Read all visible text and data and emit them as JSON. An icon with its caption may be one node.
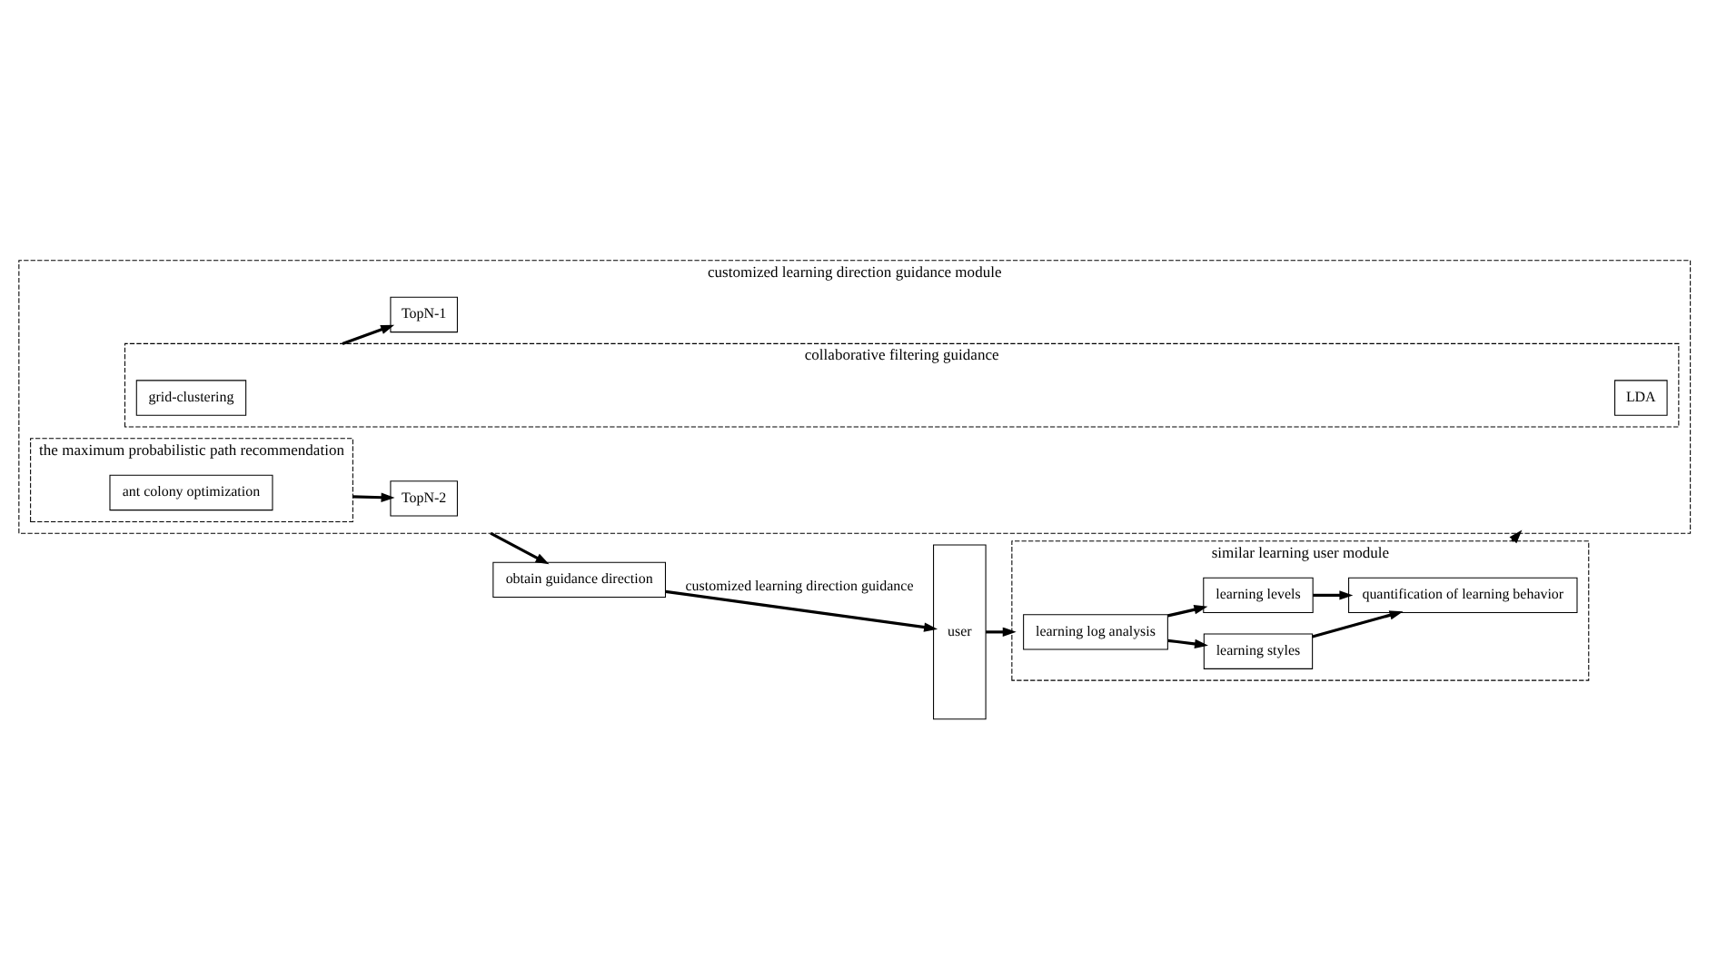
{
  "diagram": {
    "nodes": [
      {
        "text": [
          "user"
        ]
      },
      {
        "text": [
          "similar learning user module"
        ]
      },
      {
        "text": [
          "learning log analysis"
        ],
        "in": 1
      },
      {
        "text": [
          "learning styles"
        ],
        "in": 1
      },
      {
        "text": [
          "learning levels"
        ],
        "in": 1
      },
      {
        "text": [
          "quantification of learning behavior"
        ],
        "in": 1
      },
      {
        "text": [
          "customized learning direction guidance module"
        ]
      },
      {
        "text": [
          "collaborative filtering guidance"
        ],
        "in": 6
      },
      {
        "text": [
          "LDA"
        ],
        "in": 7
      },
      {
        "text": [
          "grid-clustering"
        ],
        "in": 7
      },
      {
        "text": [
          "the maximum probabilistic path recommendation"
        ],
        "in": 6
      },
      {
        "text": [
          "ant colony optimization"
        ],
        "in": 10
      },
      {
        "text": [
          "TopN-1"
        ],
        "in": 6
      },
      {
        "text": [
          "TopN-2"
        ],
        "in": 6
      },
      {
        "text": [
          "obtain guidance direction"
        ]
      }
    ],
    "edges": [
      {
        "from": 0,
        "to": 1,
        "arrow": "to"
      },
      {
        "from": 2,
        "to": 3,
        "arrow": "to"
      },
      {
        "from": 2,
        "to": 4,
        "arrow": "to"
      },
      {
        "from": 3,
        "to": 5,
        "arrow": "to"
      },
      {
        "from": 4,
        "to": 5,
        "arrow": "to"
      },
      {
        "from": 1,
        "to": 6,
        "arrow": "to"
      },
      {
        "from": 7,
        "to": 12,
        "arrow": "to"
      },
      {
        "from": 10,
        "to": 13,
        "arrow": "to"
      },
      {
        "from": 6,
        "to": 14,
        "arrow": "to"
      },
      {
        "from": 14,
        "to": 0,
        "arrow": "to",
        "label": "customized learning direction guidance"
      }
    ]
  }
}
